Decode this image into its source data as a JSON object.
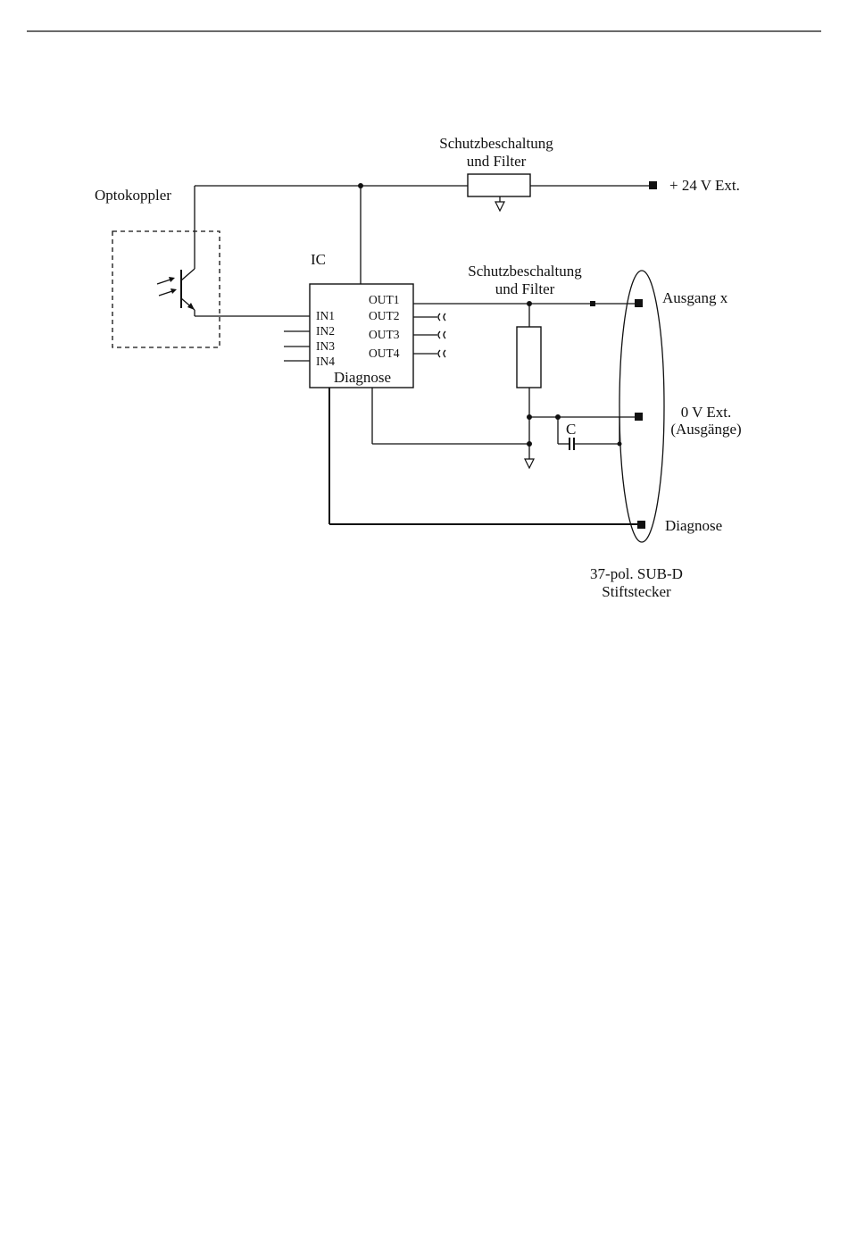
{
  "labels": {
    "optokoppler": "Optokoppler",
    "ic": "IC",
    "schutz_top_line1": "Schutzbeschaltung",
    "schutz_top_line2": "und Filter",
    "supply": "+ 24 V Ext.",
    "schutz_mid_line1": "Schutzbeschaltung",
    "schutz_mid_line2": "und Filter",
    "ausgang": "Ausgang x",
    "zero_v_line1": "0 V Ext.",
    "zero_v_line2": "(Ausgänge)",
    "capacitor": "C",
    "diagnose_pin": "Diagnose",
    "connector_line1": "37-pol. SUB-D",
    "connector_line2": "Stiftstecker"
  },
  "ic_pins": {
    "in1": "IN1",
    "in2": "IN2",
    "in3": "IN3",
    "in4": "IN4",
    "out1": "OUT1",
    "out2": "OUT2",
    "out3": "OUT3",
    "out4": "OUT4",
    "diagnose": "Diagnose"
  }
}
